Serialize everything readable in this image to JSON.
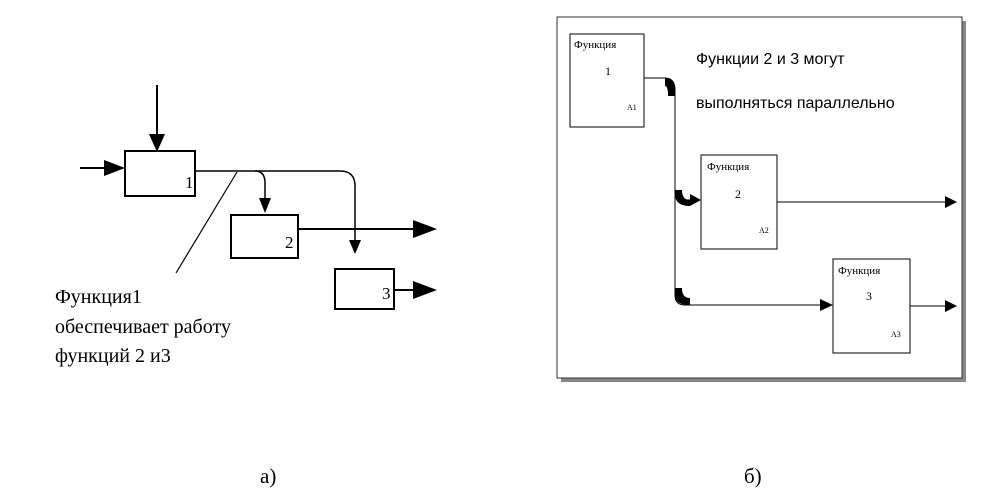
{
  "diagram_a": {
    "box1_num": "1",
    "box2_num": "2",
    "box3_num": "3",
    "note_line1": "Функция1",
    "note_line2": "обеспечивает  работу",
    "note_line3": "функций 2 и3",
    "caption": "а)"
  },
  "diagram_b": {
    "box1_title": "Функция",
    "box1_num": "1",
    "box1_code": "A1",
    "box2_title": "Функция",
    "box2_num": "2",
    "box2_code": "A2",
    "box3_title": "Функция",
    "box3_num": "3",
    "box3_code": "A3",
    "note_line1": "Функции 2 и 3 могут",
    "note_line2": "выполняться параллельно",
    "caption": "б)"
  }
}
